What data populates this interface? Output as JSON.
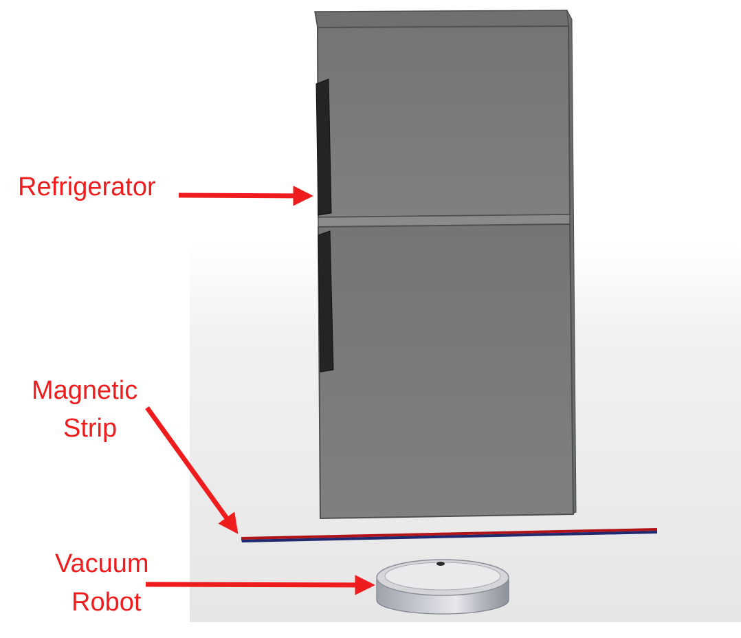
{
  "colors": {
    "label_red": "#ee1c1c",
    "fridge_body": "#7a7b7b",
    "fridge_edge": "#4e4f4f",
    "handle": "#242625",
    "strip_red": "#b01418",
    "strip_blue": "#202870",
    "robot_body": "#b9bcc4",
    "robot_top": "#d4d6da"
  },
  "labels": {
    "refrigerator": "Refrigerator",
    "magnetic_line1": "Magnetic",
    "magnetic_line2": "Strip",
    "vacuum_line1": "Vacuum",
    "vacuum_line2": "Robot"
  }
}
